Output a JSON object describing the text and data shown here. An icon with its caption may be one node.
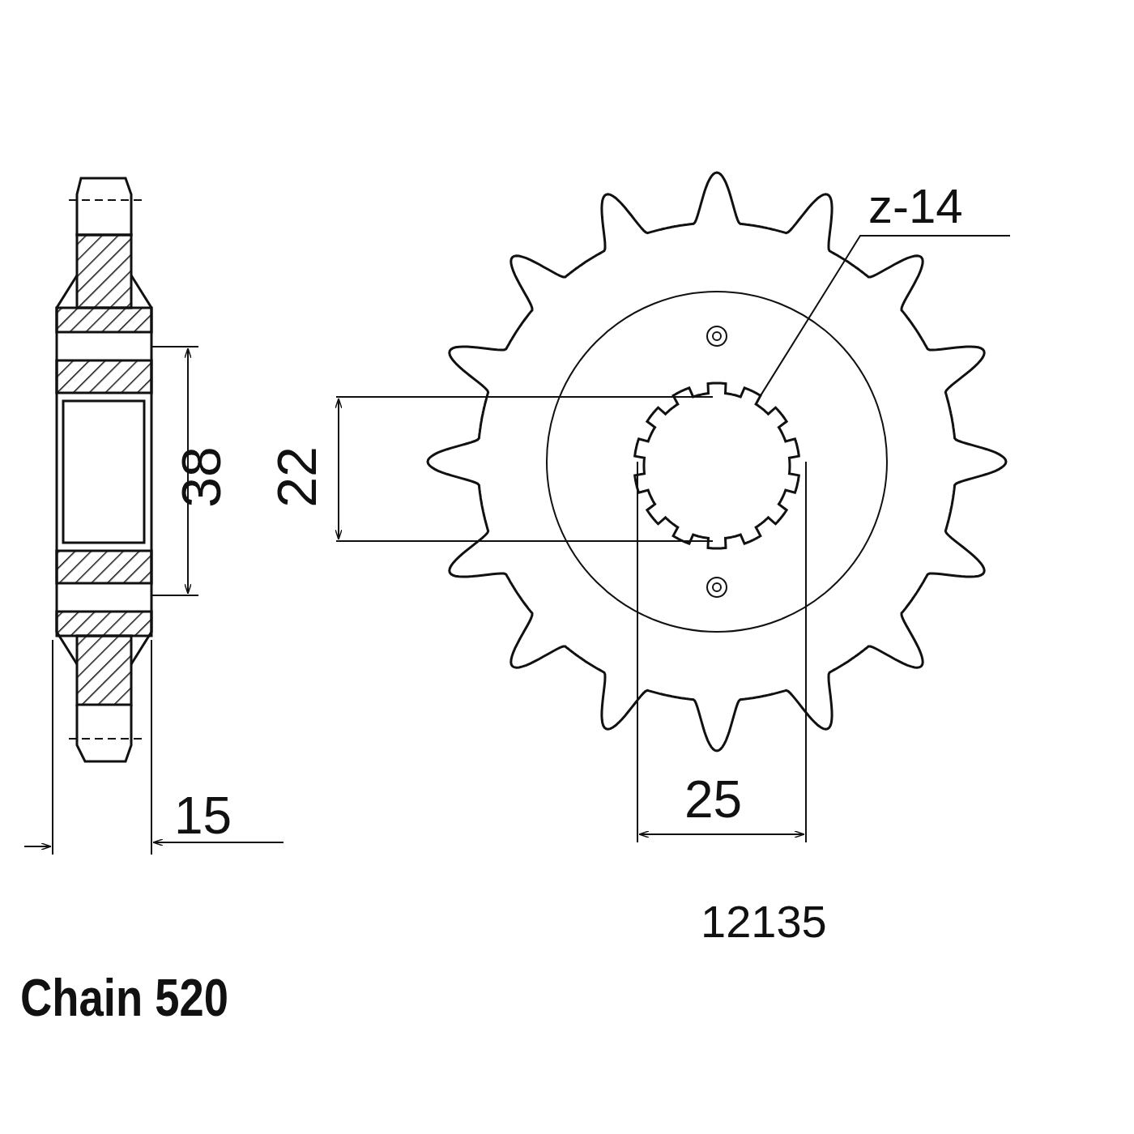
{
  "diagram": {
    "nodes": [
      {
        "text": [
          "z-14"
        ]
      },
      {
        "text": [],
        "shape": "circle"
      }
    ],
    "edges": [
      {
        "from": 0,
        "to": 1,
        "arrow": "none"
      }
    ],
    "labels": [
      "38",
      "22",
      "15",
      "25",
      "12135",
      "Chain 520"
    ]
  }
}
